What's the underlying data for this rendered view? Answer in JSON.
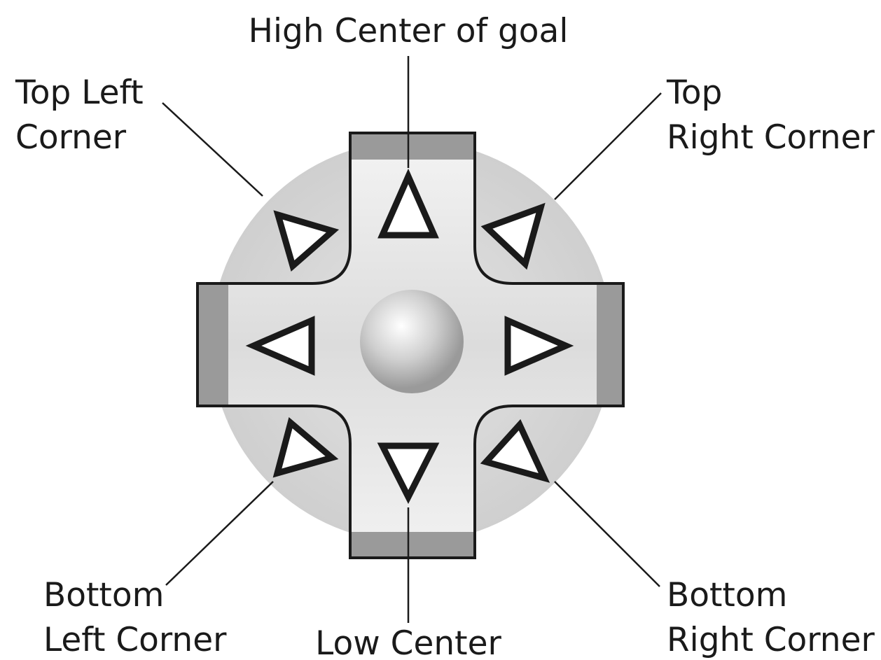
{
  "labels": {
    "high_center": "High Center of goal",
    "top_left_1": "Top Left",
    "top_left_2": "Corner",
    "top_right_1": "Top",
    "top_right_2": "Right Corner",
    "bottom_left_1": "Bottom",
    "bottom_left_2": "Left Corner",
    "low_center": "Low Center",
    "bottom_right_1": "Bottom",
    "bottom_right_2": "Right Corner"
  },
  "colors": {
    "ink": "#1a1a1a",
    "disc": "#d6d6d6",
    "pad_fill": "#e9e9e9",
    "pad_edge": "#8c8c8c",
    "center_ball": "#bdbdbd"
  }
}
